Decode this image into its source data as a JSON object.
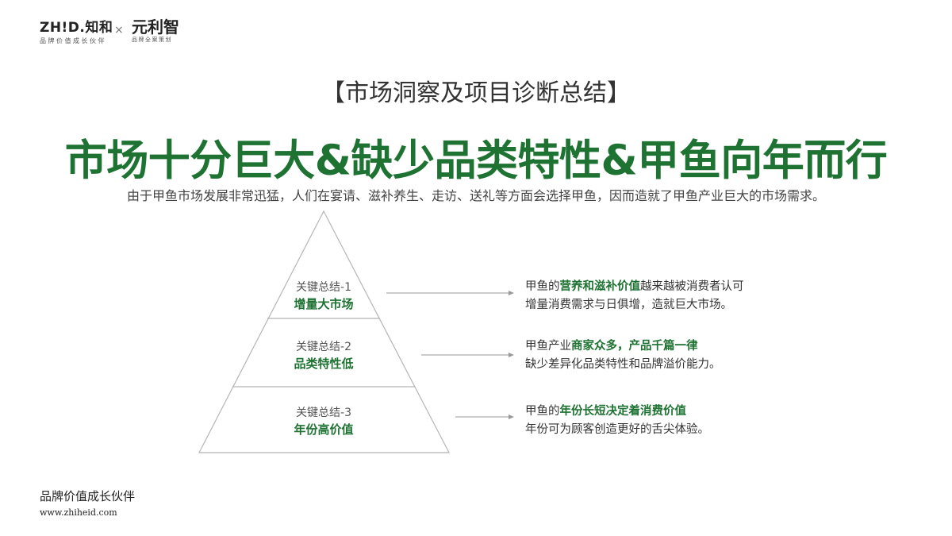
{
  "logos": {
    "zhid_main": "ZH!D.知和",
    "zhid_sub": "品牌价值成长伙伴",
    "separator": "×",
    "yuan_main": "元利智",
    "yuan_sub": "品牌全案策划"
  },
  "subtitle": "【市场洞察及项目诊断总结】",
  "headline": "市场十分巨大&缺少品类特性&甲鱼向年而行",
  "description": "由于甲鱼市场发展非常迅猛，人们在宴请、滋补养生、走访、送礼等方面会选择甲鱼，因而造就了甲鱼产业巨大的市场需求。",
  "tiers": [
    {
      "label": "关键总结-1",
      "title": "增量大市场",
      "note_pre": "甲鱼的",
      "note_bold": "营养和滋补价值",
      "note_post": "越来越被消费者认可",
      "note_line2": "增量消费需求与日俱增，造就巨大市场。"
    },
    {
      "label": "关键总结-2",
      "title": "品类特性低",
      "note_pre": "甲鱼产业",
      "note_bold": "商家众多，产品千篇一律",
      "note_post": "",
      "note_line2": "缺少差异化品类特性和品牌溢价能力。"
    },
    {
      "label": "关键总结-3",
      "title": "年份高价值",
      "note_pre": "甲鱼的",
      "note_bold": "年份长短决定着消费价值",
      "note_post": "",
      "note_line2": "年份可为顾客创造更好的舌尖体验。"
    }
  ],
  "footer": {
    "slogan": "品牌价值成长伙伴",
    "url": "www.zhiheid.com"
  },
  "colors": {
    "accent_green": "#1e7232",
    "line_gray": "#b5b5b5"
  }
}
